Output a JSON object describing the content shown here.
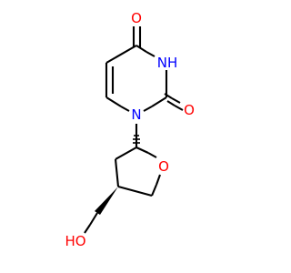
{
  "molecule": {
    "colors": {
      "carbon_bond": "#000000",
      "oxygen": "#ff0000",
      "nitrogen": "#0000ff",
      "background": "#ffffff"
    },
    "atoms": {
      "o_top": {
        "text": "O"
      },
      "nh": {
        "text": "NH"
      },
      "o_c2": {
        "text": "O"
      },
      "n1": {
        "text": "N"
      },
      "o_ring": {
        "text": "O"
      },
      "ho": {
        "text": "HO"
      }
    }
  }
}
